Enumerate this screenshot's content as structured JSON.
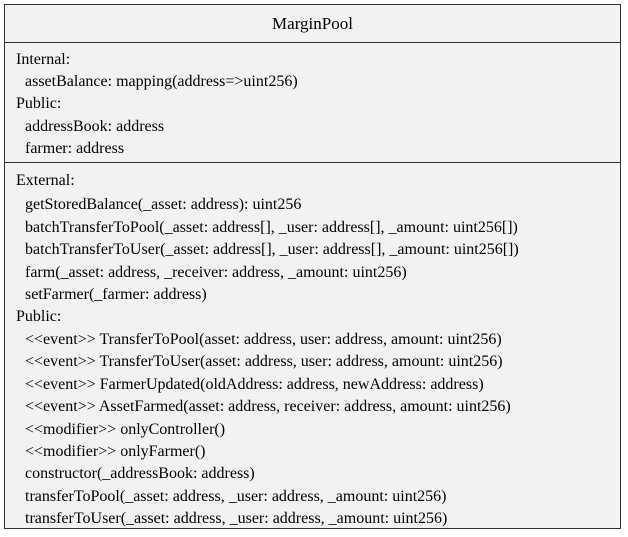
{
  "class_name": "MarginPool",
  "attributes": {
    "internal_label": "Internal:",
    "internal": [
      "assetBalance: mapping(address=>uint256)"
    ],
    "public_label": "Public:",
    "public": [
      "addressBook: address",
      "farmer: address"
    ]
  },
  "operations": {
    "external_label": "External:",
    "external": [
      "getStoredBalance(_asset: address): uint256",
      "batchTransferToPool(_asset: address[], _user: address[], _amount: uint256[])",
      "batchTransferToUser(_asset: address[], _user: address[], _amount: uint256[])",
      "farm(_asset: address, _receiver: address, _amount: uint256)",
      "setFarmer(_farmer: address)"
    ],
    "public_label": "Public:",
    "public": [
      "<<event>> TransferToPool(asset: address, user: address, amount: uint256)",
      "<<event>> TransferToUser(asset: address, user: address, amount: uint256)",
      "<<event>> FarmerUpdated(oldAddress: address, newAddress: address)",
      "<<event>> AssetFarmed(asset: address, receiver: address, amount: uint256)",
      "<<modifier>> onlyController()",
      "<<modifier>> onlyFarmer()",
      "constructor(_addressBook: address)",
      "transferToPool(_asset: address, _user: address, _amount: uint256)",
      "transferToUser(_asset: address, _user: address, _amount: uint256)"
    ]
  },
  "colors": {
    "box_fill": "#f2f2f2",
    "border": "#333333",
    "text": "#000000"
  }
}
